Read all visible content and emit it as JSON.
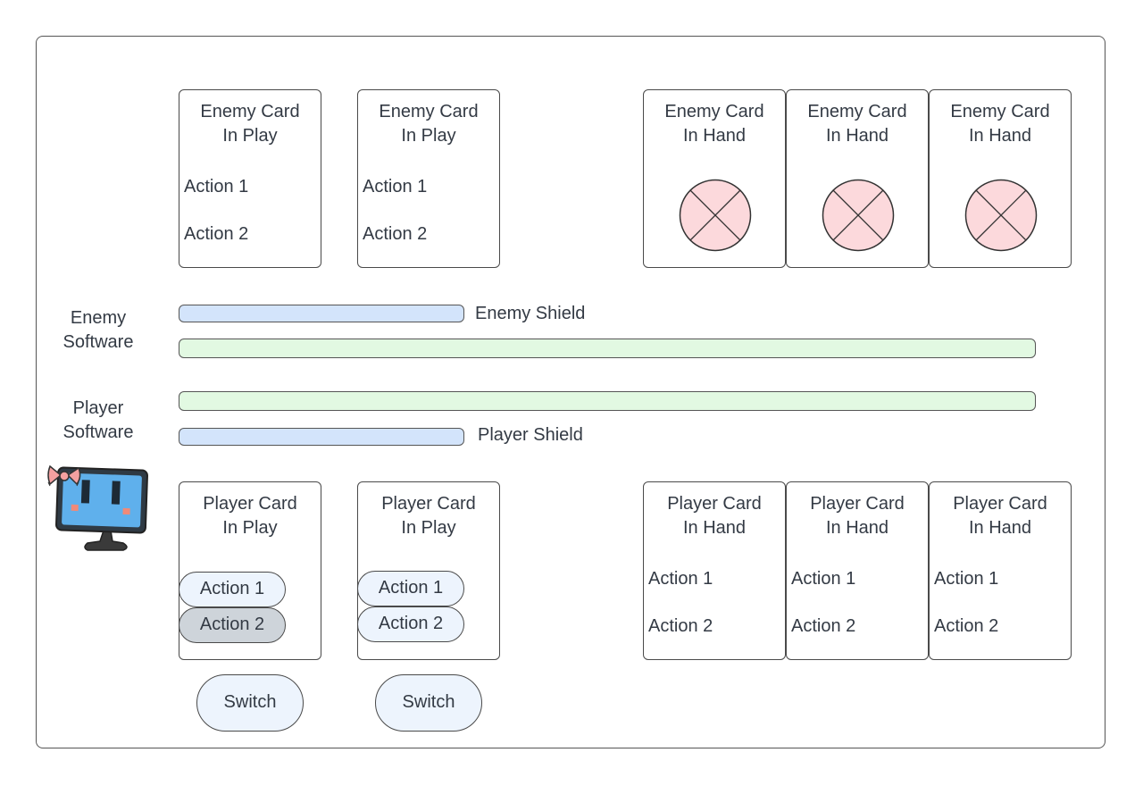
{
  "enemy": {
    "in_play": [
      {
        "title": "Enemy Card\nIn Play",
        "actions": [
          "Action 1",
          "Action 2"
        ]
      },
      {
        "title": "Enemy Card\nIn Play",
        "actions": [
          "Action 1",
          "Action 2"
        ]
      }
    ],
    "in_hand": [
      {
        "title": "Enemy Card\nIn Hand"
      },
      {
        "title": "Enemy Card\nIn Hand"
      },
      {
        "title": "Enemy Card\nIn Hand"
      }
    ],
    "software_label": "Enemy\nSoftware",
    "shield_label": "Enemy Shield"
  },
  "player": {
    "software_label": "Player\nSoftware",
    "shield_label": "Player Shield",
    "in_play": [
      {
        "title": "Player Card\nIn Play",
        "actions": [
          "Action 1",
          "Action 2"
        ],
        "switch_label": "Switch"
      },
      {
        "title": "Player Card\nIn Play",
        "actions": [
          "Action 1",
          "Action 2"
        ],
        "switch_label": "Switch"
      }
    ],
    "in_hand": [
      {
        "title": "Player Card\nIn Hand",
        "actions": [
          "Action 1",
          "Action 2"
        ]
      },
      {
        "title": "Player Card\nIn Hand",
        "actions": [
          "Action 1",
          "Action 2"
        ]
      },
      {
        "title": "Player Card\nIn Hand",
        "actions": [
          "Action 1",
          "Action 2"
        ]
      }
    ]
  },
  "colors": {
    "shield_fill": "#d3e4fb",
    "software_fill": "#e2f9e2",
    "hidden_card_fill": "#fcd9dc",
    "action_pill_fill": "#edf4fd",
    "selected_action_fill": "#ced4da"
  },
  "icons": {
    "hidden_card": "crossed-circle-icon",
    "avatar": "monitor-with-bow-icon"
  }
}
